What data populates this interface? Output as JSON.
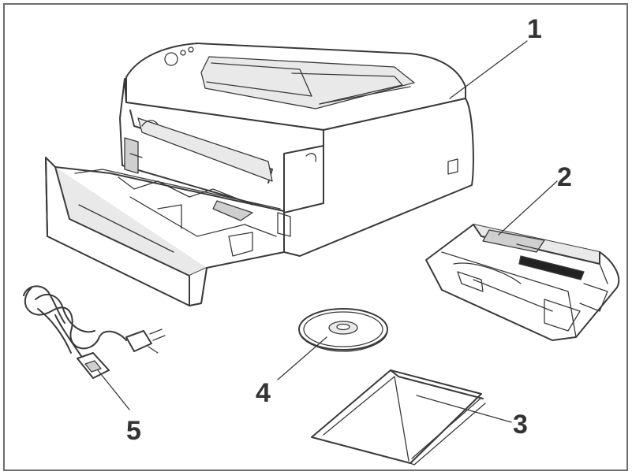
{
  "colors": {
    "frame": "#6e6e6e",
    "line": "#3a3a3a",
    "label": "#333333",
    "shade": "#e9e9e9"
  },
  "callouts": [
    {
      "id": "printer",
      "number": "1"
    },
    {
      "id": "drum-toner",
      "number": "2"
    },
    {
      "id": "manual",
      "number": "3"
    },
    {
      "id": "cdrom",
      "number": "4"
    },
    {
      "id": "power-cord",
      "number": "5"
    }
  ]
}
